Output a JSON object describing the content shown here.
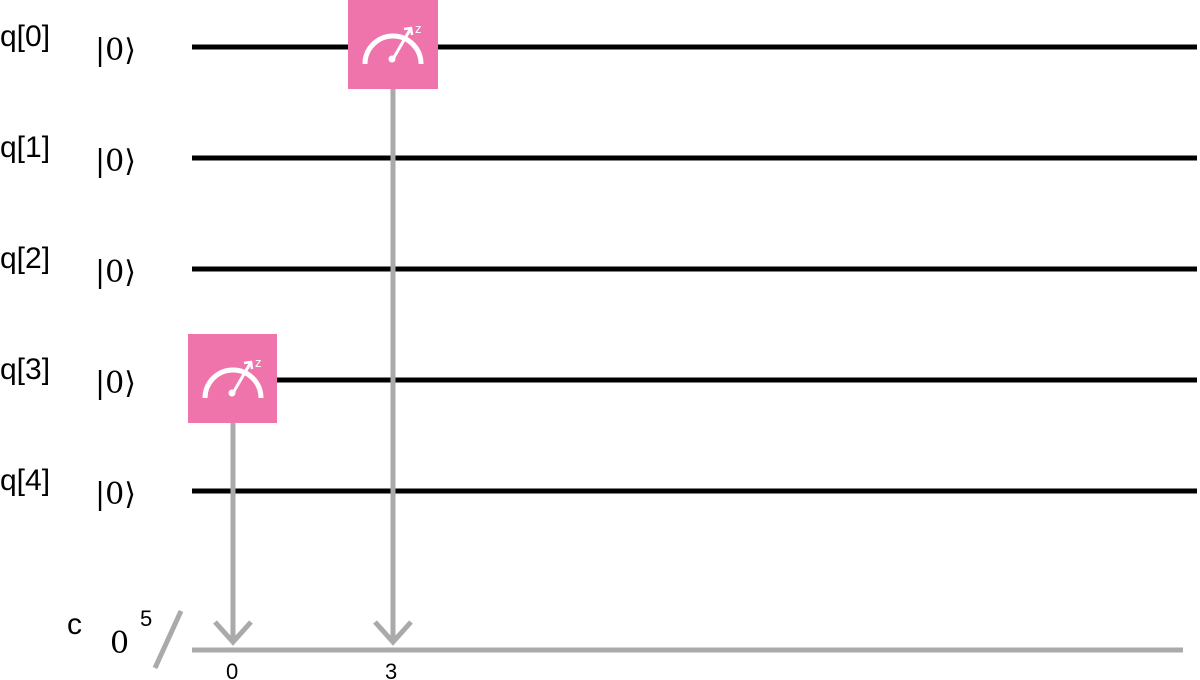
{
  "qubits": [
    {
      "label": "q[0]",
      "init": "|0⟩"
    },
    {
      "label": "q[1]",
      "init": "|0⟩"
    },
    {
      "label": "q[2]",
      "init": "|0⟩"
    },
    {
      "label": "q[3]",
      "init": "|0⟩"
    },
    {
      "label": "q[4]",
      "init": "|0⟩"
    }
  ],
  "classical": {
    "label": "c",
    "init": "0",
    "size": "5"
  },
  "measurements": [
    {
      "qubit": 0,
      "basis": "z",
      "bit_label": "3"
    },
    {
      "qubit": 3,
      "basis": "z",
      "bit_label": "0"
    }
  ],
  "colors": {
    "wire": "#000000",
    "classical_wire": "#aaaaaa",
    "measure_fill": "#f074ac",
    "measure_icon": "#ffffff"
  }
}
